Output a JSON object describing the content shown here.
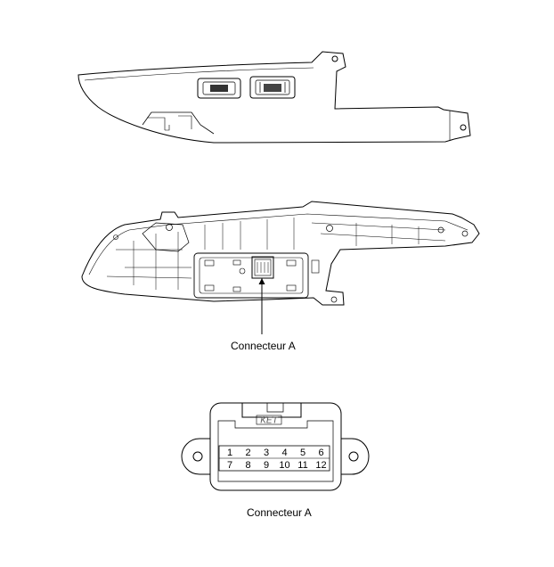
{
  "labels": {
    "connector_top": "Connecteur A",
    "connector_bottom": "Connecteur A"
  },
  "connector": {
    "brand": "KET",
    "pins_row1": [
      "1",
      "2",
      "3",
      "4",
      "5",
      "6"
    ],
    "pins_row2": [
      "7",
      "8",
      "9",
      "10",
      "11",
      "12"
    ]
  }
}
